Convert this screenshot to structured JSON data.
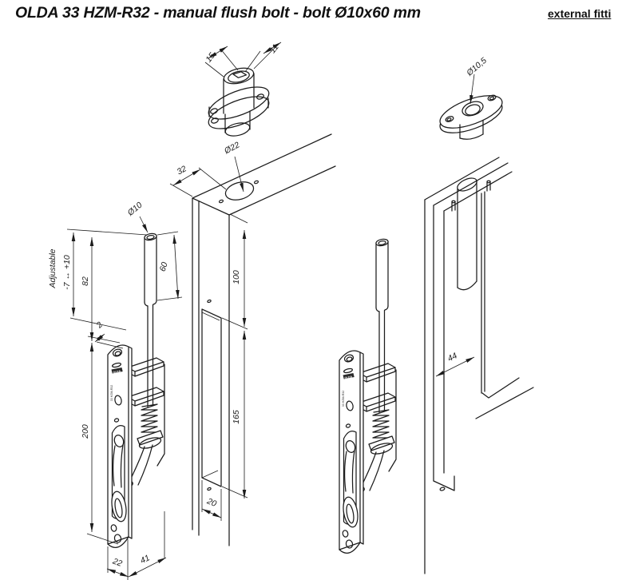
{
  "header": {
    "title": "OLDA 33 HZM-R32 - manual flush bolt - bolt Ø10x60 mm",
    "corner_link": "external fitti"
  },
  "colors": {
    "line": "#1c1c1c",
    "background": "#ffffff"
  },
  "drawing": {
    "guide_bush": {
      "outer_width": "15",
      "hole_width": "11"
    },
    "keeper_plate": {
      "hole_diameter": "Ø10,5"
    },
    "bolt_assembly": {
      "rod_diameter": "Ø10",
      "rod_length": "60",
      "adjustable_label": "Adjustable",
      "adjustment_range": "-7 ↔ +10",
      "rod_projection": "82",
      "faceplate_thickness": "2",
      "faceplate_length": "200",
      "faceplate_width": "22",
      "body_depth": "41",
      "logo": "OLDA",
      "faceplate_text": "33 HZM-R32"
    },
    "door_profile": {
      "hole_diameter": "Ø22",
      "hole_offset": "32",
      "top_to_cutout": "100",
      "cutout_length": "165",
      "cutout_width": "20"
    },
    "frame_channel": {
      "channel_width": "44"
    }
  }
}
